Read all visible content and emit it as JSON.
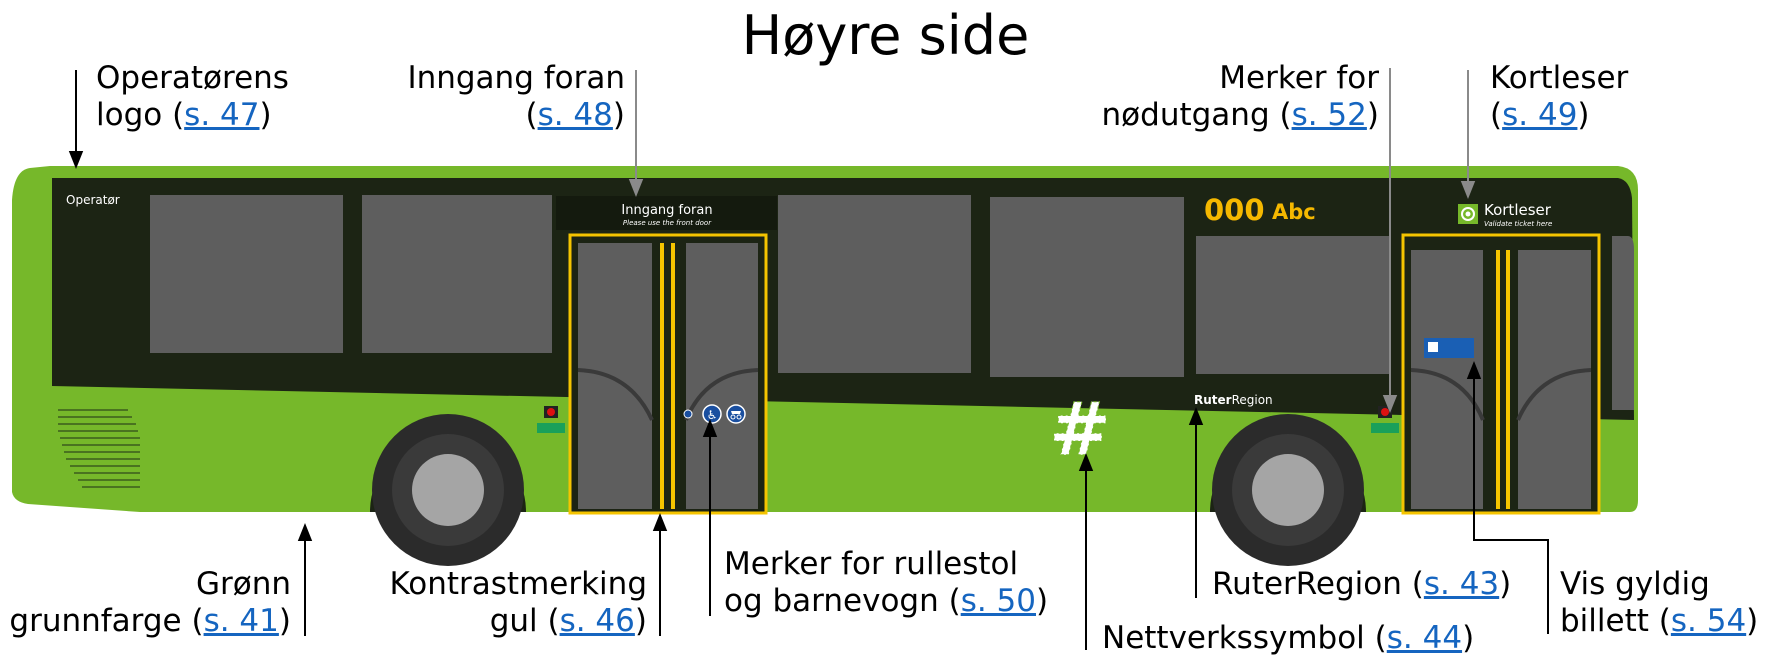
{
  "title": "Høyre side",
  "colors": {
    "body": "#76b82a",
    "dark": "#1c2414",
    "window": "#5e5e5e",
    "door_frame": "#f5c400",
    "link": "#1565c0",
    "number": "#f5b800"
  },
  "bus": {
    "operator_text": "Operatør",
    "front_sign": {
      "title": "Inngang foran",
      "subtitle": "Please use the front door"
    },
    "route_number": "000",
    "route_name": "Abc",
    "card_sign": {
      "title": "Kortleser",
      "subtitle": "Validate ticket here"
    },
    "region_brand": "Ruter",
    "region_suffix": "Region",
    "network_symbol": "#"
  },
  "labels": {
    "operator_logo": {
      "line1": "Operatørens",
      "line2_prefix": "logo (",
      "page": "s. 47",
      "suffix": ")"
    },
    "front_entrance": {
      "line1": "Inngang foran",
      "line2_prefix": "(",
      "page": "s. 48",
      "suffix": ")"
    },
    "emergency_exit": {
      "line1": "Merker for",
      "line2_prefix": "nødutgang (",
      "page": "s. 52",
      "suffix": ")"
    },
    "card_reader": {
      "line1": "Kortleser",
      "line2_prefix": "(",
      "page": "s. 49",
      "suffix": ")"
    },
    "green_base": {
      "line1": "Grønn",
      "line2_prefix": "grunnfarge (",
      "page": "s. 41",
      "suffix": ")"
    },
    "contrast_marking": {
      "line1": "Kontrastmerking",
      "line2_prefix": "gul (",
      "page": "s. 46",
      "suffix": ")"
    },
    "wheelchair_marks": {
      "line1": "Merker for rullestol",
      "line2_prefix": "og barnevogn (",
      "page": "s. 50",
      "suffix": ")"
    },
    "network_symbol": {
      "line1_prefix": "Nettverkssymbol (",
      "page": "s. 44",
      "suffix": ")"
    },
    "ruter_region": {
      "line1_prefix": "RuterRegion (",
      "page": "s. 43",
      "suffix": ")"
    },
    "valid_ticket": {
      "line1": "Vis gyldig",
      "line2_prefix": "billett (",
      "page": "s. 54",
      "suffix": ")"
    }
  }
}
